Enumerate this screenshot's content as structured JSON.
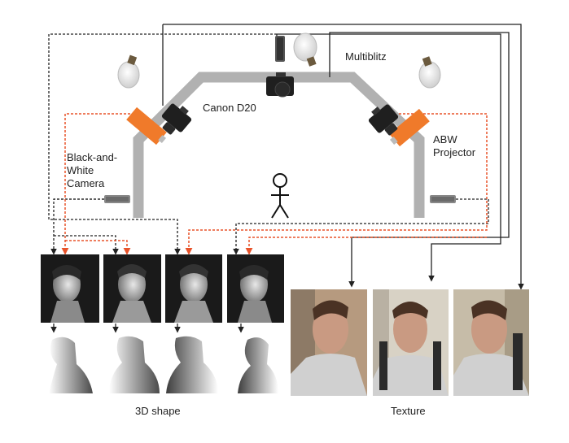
{
  "labels": {
    "canon": "Canon D20",
    "multiblitz": "Multiblitz",
    "bw_camera": [
      "Black-and-",
      "White",
      "Camera"
    ],
    "abw_projector": [
      "ABW",
      "Projector"
    ],
    "shape_caption": "3D shape",
    "texture_caption": "Texture"
  },
  "colors": {
    "gantry": "#b1b1b1",
    "projector": "#f07a2a",
    "camera_body": "#1f1f1f",
    "black_wire": "#222222",
    "red_wire": "#e8532a",
    "photo_bw_bg": "#1a1a1a",
    "skin": "#c99a82",
    "texture_bg_1": "#b69a7f",
    "texture_bg_2": "#d8d2c5",
    "texture_bg_3": "#c6bca8",
    "hoodie": "#d0d0d0",
    "hair": "#4a3224"
  },
  "icons": {
    "lamp": "light-bulb-icon",
    "camera": "dslr-camera-icon",
    "projector": "projector-icon",
    "bw_cam": "bw-camera-icon",
    "person": "stick-figure-icon"
  }
}
